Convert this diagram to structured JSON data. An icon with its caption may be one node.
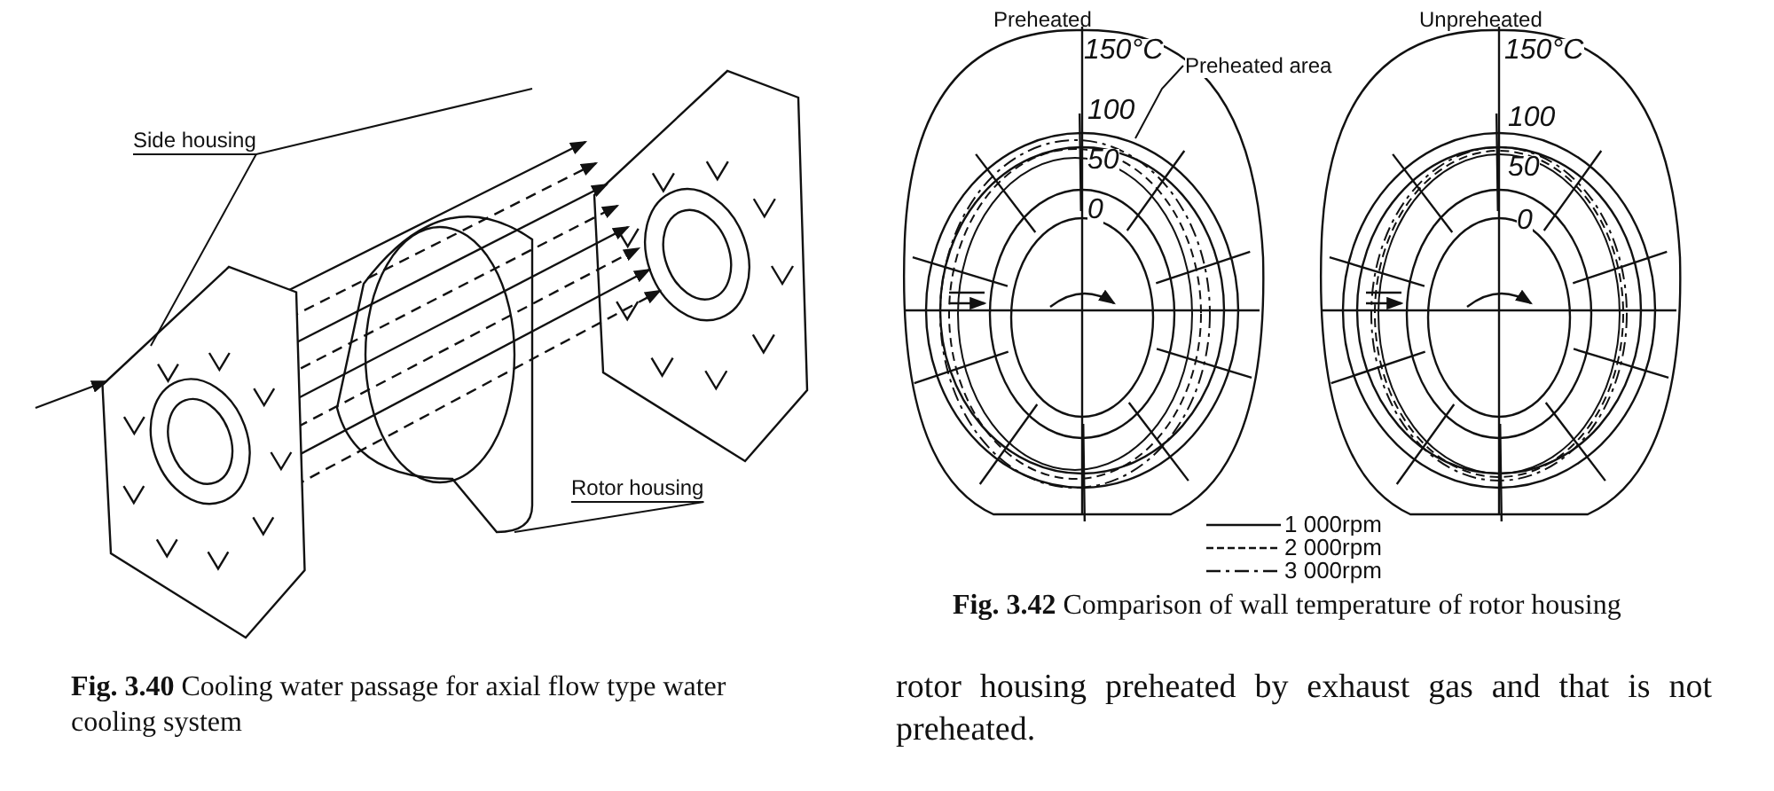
{
  "diagram": {
    "nodes": [
      {
        "text": [
          "Side housing"
        ]
      },
      {
        "text": [
          "Rotor housing"
        ]
      },
      {
        "text": [
          "Preheated area"
        ]
      }
    ],
    "edges": [
      {
        "from": 0,
        "to": null,
        "arrow": "none"
      },
      {
        "from": 0,
        "to": null,
        "arrow": "none"
      },
      {
        "from": 1,
        "to": null,
        "arrow": "none"
      },
      {
        "from": 2,
        "to": null,
        "arrow": "none"
      }
    ],
    "labels": [
      "Preheated",
      "Unpreheated",
      "150°C",
      "100",
      "50",
      "0",
      "150°C",
      "100",
      "50",
      "0",
      "**Fig. 3.40** Cooling water passage for axial flow type water cooling system",
      "**Fig. 3.42** Comparison of wall temperature of rotor housing",
      "rotor housing preheated by exhaust gas and that is not preheated."
    ],
    "legend": [
      {
        "text": "1 000rpm"
      },
      {
        "text": "2 000rpm"
      },
      {
        "text": "3 000rpm"
      }
    ]
  }
}
